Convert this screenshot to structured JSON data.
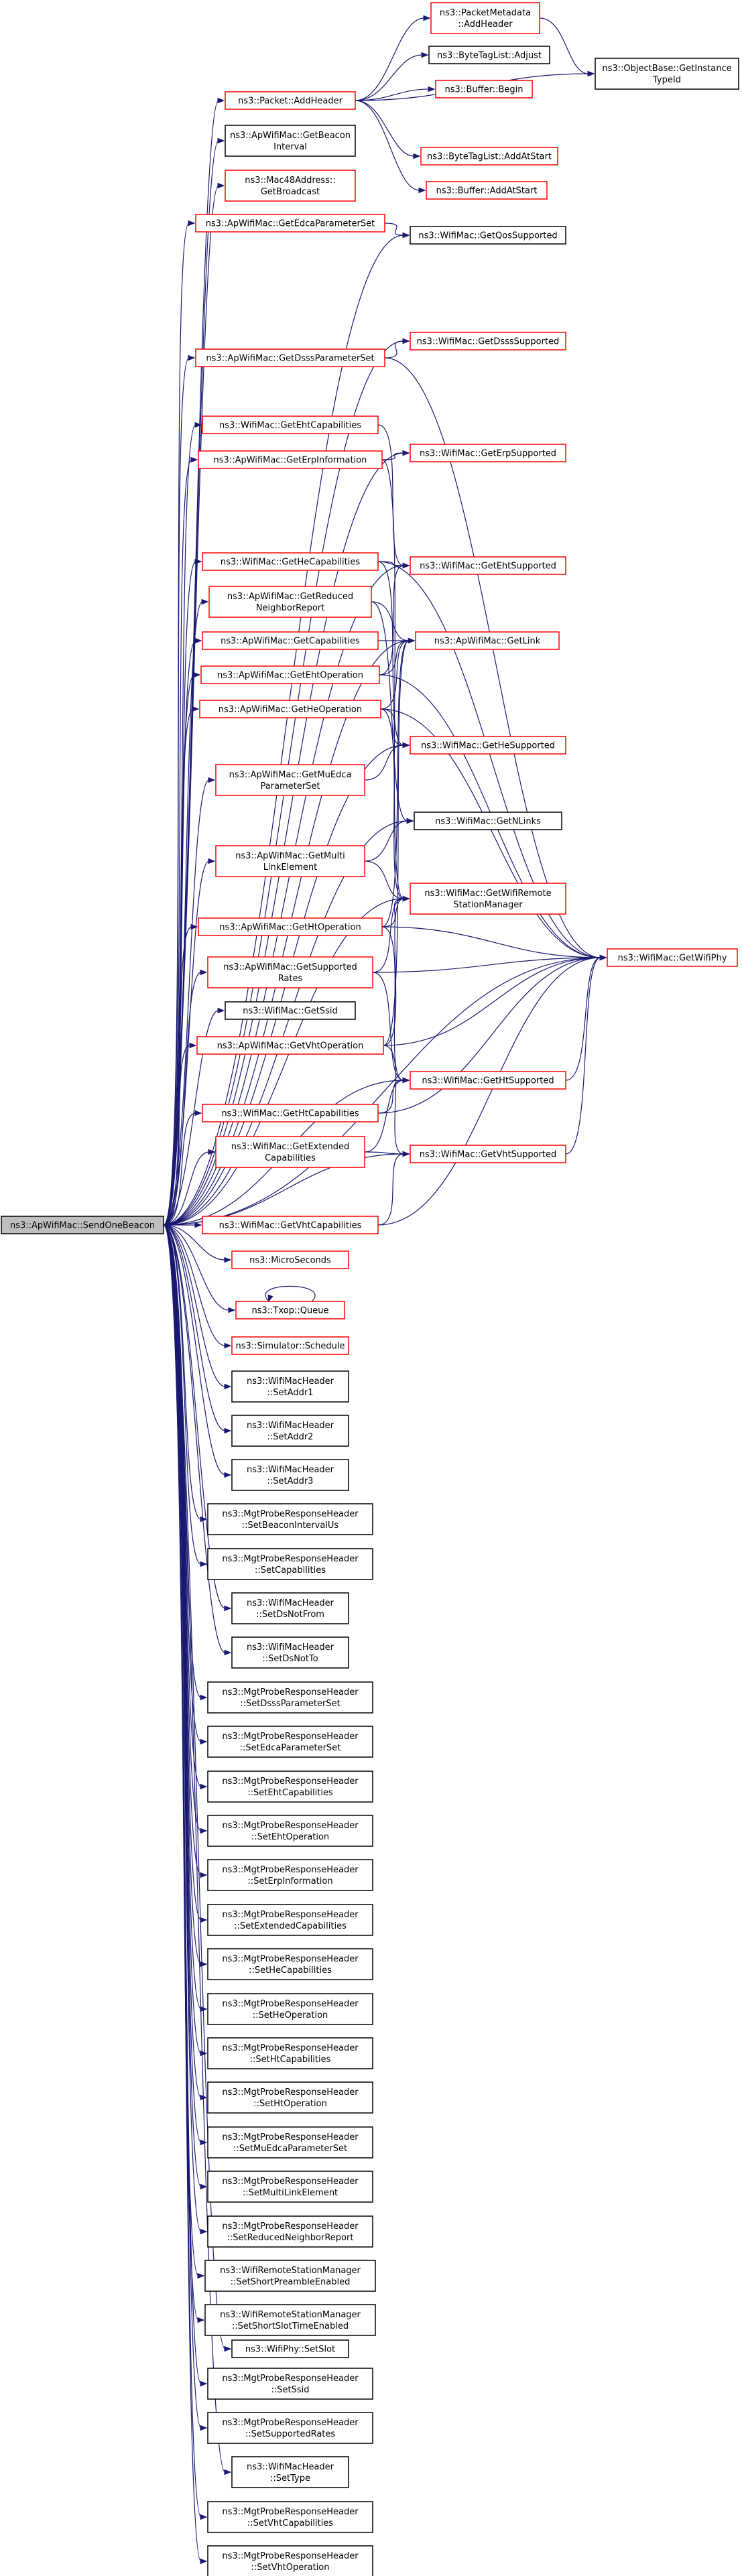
{
  "root": {
    "id": "root",
    "lines": [
      "ns3::ApWifiMac::SendOneBeacon"
    ],
    "style": "root"
  },
  "nodes": [
    {
      "id": "pm_addheader",
      "lines": [
        "ns3::PacketMetadata",
        "::AddHeader"
      ],
      "style": "red"
    },
    {
      "id": "bytetag_adjust",
      "lines": [
        "ns3::ByteTagList::Adjust"
      ],
      "style": "black"
    },
    {
      "id": "objbase_typeid",
      "lines": [
        "ns3::ObjectBase::GetInstance",
        "TypeId"
      ],
      "style": "black"
    },
    {
      "id": "buffer_begin",
      "lines": [
        "ns3::Buffer::Begin"
      ],
      "style": "red"
    },
    {
      "id": "packet_addheader",
      "lines": [
        "ns3::Packet::AddHeader"
      ],
      "style": "red"
    },
    {
      "id": "bytetag_addatstart",
      "lines": [
        "ns3::ByteTagList::AddAtStart"
      ],
      "style": "red"
    },
    {
      "id": "buffer_addatstart",
      "lines": [
        "ns3::Buffer::AddAtStart"
      ],
      "style": "red"
    },
    {
      "id": "getbeaconinterval",
      "lines": [
        "ns3::ApWifiMac::GetBeacon",
        "Interval"
      ],
      "style": "black"
    },
    {
      "id": "getbroadcast",
      "lines": [
        "ns3::Mac48Address::",
        "GetBroadcast"
      ],
      "style": "red"
    },
    {
      "id": "getedcaparamset",
      "lines": [
        "ns3::ApWifiMac::GetEdcaParameterSet"
      ],
      "style": "red"
    },
    {
      "id": "getqossupported",
      "lines": [
        "ns3::WifiMac::GetQosSupported"
      ],
      "style": "black"
    },
    {
      "id": "getdsssparamset",
      "lines": [
        "ns3::ApWifiMac::GetDsssParameterSet"
      ],
      "style": "red"
    },
    {
      "id": "getdssssupported",
      "lines": [
        "ns3::WifiMac::GetDsssSupported"
      ],
      "style": "red"
    },
    {
      "id": "getehtcap",
      "lines": [
        "ns3::WifiMac::GetEhtCapabilities"
      ],
      "style": "red"
    },
    {
      "id": "geterpinfo",
      "lines": [
        "ns3::ApWifiMac::GetErpInformation"
      ],
      "style": "red"
    },
    {
      "id": "geterpsupported",
      "lines": [
        "ns3::WifiMac::GetErpSupported"
      ],
      "style": "red"
    },
    {
      "id": "gethecap",
      "lines": [
        "ns3::WifiMac::GetHeCapabilities"
      ],
      "style": "red"
    },
    {
      "id": "getehtsupported",
      "lines": [
        "ns3::WifiMac::GetEhtSupported"
      ],
      "style": "red"
    },
    {
      "id": "getreducedneighbor",
      "lines": [
        "ns3::ApWifiMac::GetReduced",
        "NeighborReport"
      ],
      "style": "red"
    },
    {
      "id": "getcapabilities",
      "lines": [
        "ns3::ApWifiMac::GetCapabilities"
      ],
      "style": "red"
    },
    {
      "id": "getlink",
      "lines": [
        "ns3::ApWifiMac::GetLink"
      ],
      "style": "red"
    },
    {
      "id": "getehtoperation",
      "lines": [
        "ns3::ApWifiMac::GetEhtOperation"
      ],
      "style": "red"
    },
    {
      "id": "getheoperation",
      "lines": [
        "ns3::ApWifiMac::GetHeOperation"
      ],
      "style": "red"
    },
    {
      "id": "gethesupported",
      "lines": [
        "ns3::WifiMac::GetHeSupported"
      ],
      "style": "red"
    },
    {
      "id": "getmuedca",
      "lines": [
        "ns3::ApWifiMac::GetMuEdca",
        "ParameterSet"
      ],
      "style": "red"
    },
    {
      "id": "getnlinks",
      "lines": [
        "ns3::WifiMac::GetNLinks"
      ],
      "style": "black"
    },
    {
      "id": "getmultilink",
      "lines": [
        "ns3::ApWifiMac::GetMulti",
        "LinkElement"
      ],
      "style": "red"
    },
    {
      "id": "getwifiremote",
      "lines": [
        "ns3::WifiMac::GetWifiRemote",
        "StationManager"
      ],
      "style": "red"
    },
    {
      "id": "gethtoperation",
      "lines": [
        "ns3::ApWifiMac::GetHtOperation"
      ],
      "style": "red"
    },
    {
      "id": "getwifiphy",
      "lines": [
        "ns3::WifiMac::GetWifiPhy"
      ],
      "style": "red"
    },
    {
      "id": "getsupportedrates",
      "lines": [
        "ns3::ApWifiMac::GetSupported",
        "Rates"
      ],
      "style": "red"
    },
    {
      "id": "getssid",
      "lines": [
        "ns3::WifiMac::GetSsid"
      ],
      "style": "black"
    },
    {
      "id": "getvhtoperation",
      "lines": [
        "ns3::ApWifiMac::GetVhtOperation"
      ],
      "style": "red"
    },
    {
      "id": "gethtsupported",
      "lines": [
        "ns3::WifiMac::GetHtSupported"
      ],
      "style": "red"
    },
    {
      "id": "gethtcap",
      "lines": [
        "ns3::WifiMac::GetHtCapabilities"
      ],
      "style": "red"
    },
    {
      "id": "getextcap",
      "lines": [
        "ns3::WifiMac::GetExtended",
        "Capabilities"
      ],
      "style": "red"
    },
    {
      "id": "getvhtsupported",
      "lines": [
        "ns3::WifiMac::GetVhtSupported"
      ],
      "style": "red"
    },
    {
      "id": "getvhtcap",
      "lines": [
        "ns3::WifiMac::GetVhtCapabilities"
      ],
      "style": "red"
    },
    {
      "id": "microseconds",
      "lines": [
        "ns3::MicroSeconds"
      ],
      "style": "red"
    },
    {
      "id": "txopqueue",
      "lines": [
        "ns3::Txop::Queue"
      ],
      "style": "red"
    },
    {
      "id": "schedule",
      "lines": [
        "ns3::Simulator::Schedule"
      ],
      "style": "red"
    },
    {
      "id": "setaddr1",
      "lines": [
        "ns3::WifiMacHeader",
        "::SetAddr1"
      ],
      "style": "black"
    },
    {
      "id": "setaddr2",
      "lines": [
        "ns3::WifiMacHeader",
        "::SetAddr2"
      ],
      "style": "black"
    },
    {
      "id": "setaddr3",
      "lines": [
        "ns3::WifiMacHeader",
        "::SetAddr3"
      ],
      "style": "black"
    },
    {
      "id": "setbeaconintervalus",
      "lines": [
        "ns3::MgtProbeResponseHeader",
        "::SetBeaconIntervalUs"
      ],
      "style": "black"
    },
    {
      "id": "setcapabilities",
      "lines": [
        "ns3::MgtProbeResponseHeader",
        "::SetCapabilities"
      ],
      "style": "black"
    },
    {
      "id": "setdsnotfrom",
      "lines": [
        "ns3::WifiMacHeader",
        "::SetDsNotFrom"
      ],
      "style": "black"
    },
    {
      "id": "setdsnotto",
      "lines": [
        "ns3::WifiMacHeader",
        "::SetDsNotTo"
      ],
      "style": "black"
    },
    {
      "id": "setdsssparamset",
      "lines": [
        "ns3::MgtProbeResponseHeader",
        "::SetDsssParameterSet"
      ],
      "style": "black"
    },
    {
      "id": "setedcaparamset",
      "lines": [
        "ns3::MgtProbeResponseHeader",
        "::SetEdcaParameterSet"
      ],
      "style": "black"
    },
    {
      "id": "setehtcap",
      "lines": [
        "ns3::MgtProbeResponseHeader",
        "::SetEhtCapabilities"
      ],
      "style": "black"
    },
    {
      "id": "setehtoperation",
      "lines": [
        "ns3::MgtProbeResponseHeader",
        "::SetEhtOperation"
      ],
      "style": "black"
    },
    {
      "id": "seterpinfo",
      "lines": [
        "ns3::MgtProbeResponseHeader",
        "::SetErpInformation"
      ],
      "style": "black"
    },
    {
      "id": "setextcap",
      "lines": [
        "ns3::MgtProbeResponseHeader",
        "::SetExtendedCapabilities"
      ],
      "style": "black"
    },
    {
      "id": "sethecap",
      "lines": [
        "ns3::MgtProbeResponseHeader",
        "::SetHeCapabilities"
      ],
      "style": "black"
    },
    {
      "id": "setheoperation",
      "lines": [
        "ns3::MgtProbeResponseHeader",
        "::SetHeOperation"
      ],
      "style": "black"
    },
    {
      "id": "sethtcap",
      "lines": [
        "ns3::MgtProbeResponseHeader",
        "::SetHtCapabilities"
      ],
      "style": "black"
    },
    {
      "id": "sethtoperation",
      "lines": [
        "ns3::MgtProbeResponseHeader",
        "::SetHtOperation"
      ],
      "style": "black"
    },
    {
      "id": "setmuedca",
      "lines": [
        "ns3::MgtProbeResponseHeader",
        "::SetMuEdcaParameterSet"
      ],
      "style": "black"
    },
    {
      "id": "setmultilink",
      "lines": [
        "ns3::MgtProbeResponseHeader",
        "::SetMultiLinkElement"
      ],
      "style": "black"
    },
    {
      "id": "setreducedneighbor",
      "lines": [
        "ns3::MgtProbeResponseHeader",
        "::SetReducedNeighborReport"
      ],
      "style": "black"
    },
    {
      "id": "setshortpreamble",
      "lines": [
        "ns3::WifiRemoteStationManager",
        "::SetShortPreambleEnabled"
      ],
      "style": "black"
    },
    {
      "id": "setshortslot",
      "lines": [
        "ns3::WifiRemoteStationManager",
        "::SetShortSlotTimeEnabled"
      ],
      "style": "black"
    },
    {
      "id": "setslot",
      "lines": [
        "ns3::WifiPhy::SetSlot"
      ],
      "style": "black"
    },
    {
      "id": "setssid",
      "lines": [
        "ns3::MgtProbeResponseHeader",
        "::SetSsid"
      ],
      "style": "black"
    },
    {
      "id": "setsupportedrates",
      "lines": [
        "ns3::MgtProbeResponseHeader",
        "::SetSupportedRates"
      ],
      "style": "black"
    },
    {
      "id": "settype",
      "lines": [
        "ns3::WifiMacHeader",
        "::SetType"
      ],
      "style": "black"
    },
    {
      "id": "setvhtcap",
      "lines": [
        "ns3::MgtProbeResponseHeader",
        "::SetVhtCapabilities"
      ],
      "style": "black"
    },
    {
      "id": "setvhtoperation",
      "lines": [
        "ns3::MgtProbeResponseHeader",
        "::SetVhtOperation"
      ],
      "style": "black"
    }
  ],
  "edges": [
    [
      "root",
      "packet_addheader"
    ],
    [
      "root",
      "getbeaconinterval"
    ],
    [
      "root",
      "getbroadcast"
    ],
    [
      "root",
      "getedcaparamset"
    ],
    [
      "root",
      "getqossupported"
    ],
    [
      "root",
      "getdssssupported"
    ],
    [
      "root",
      "getdsssparamset"
    ],
    [
      "root",
      "getehtcap"
    ],
    [
      "root",
      "geterpinfo"
    ],
    [
      "root",
      "gethecap"
    ],
    [
      "root",
      "getreducedneighbor"
    ],
    [
      "root",
      "getcapabilities"
    ],
    [
      "root",
      "getehtoperation"
    ],
    [
      "root",
      "getheoperation"
    ],
    [
      "root",
      "getmuedca"
    ],
    [
      "root",
      "getmultilink"
    ],
    [
      "root",
      "gethtoperation"
    ],
    [
      "root",
      "getsupportedrates"
    ],
    [
      "root",
      "getssid"
    ],
    [
      "root",
      "getvhtoperation"
    ],
    [
      "root",
      "gethtcap"
    ],
    [
      "root",
      "getextcap"
    ],
    [
      "root",
      "getvhtcap"
    ],
    [
      "root",
      "getwifiphy"
    ],
    [
      "root",
      "getehtsupported"
    ],
    [
      "root",
      "gethesupported"
    ],
    [
      "root",
      "getlink"
    ],
    [
      "root",
      "getnlinks"
    ],
    [
      "root",
      "getwifiremote"
    ],
    [
      "root",
      "geterpsupported"
    ],
    [
      "root",
      "gethtsupported"
    ],
    [
      "root",
      "getvhtsupported"
    ],
    [
      "root",
      "microseconds"
    ],
    [
      "root",
      "txopqueue"
    ],
    [
      "root",
      "schedule"
    ],
    [
      "root",
      "setaddr1"
    ],
    [
      "root",
      "setaddr2"
    ],
    [
      "root",
      "setaddr3"
    ],
    [
      "root",
      "setbeaconintervalus"
    ],
    [
      "root",
      "setcapabilities"
    ],
    [
      "root",
      "setdsnotfrom"
    ],
    [
      "root",
      "setdsnotto"
    ],
    [
      "root",
      "setdsssparamset"
    ],
    [
      "root",
      "setedcaparamset"
    ],
    [
      "root",
      "setehtcap"
    ],
    [
      "root",
      "setehtoperation"
    ],
    [
      "root",
      "seterpinfo"
    ],
    [
      "root",
      "setextcap"
    ],
    [
      "root",
      "sethecap"
    ],
    [
      "root",
      "setheoperation"
    ],
    [
      "root",
      "sethtcap"
    ],
    [
      "root",
      "sethtoperation"
    ],
    [
      "root",
      "setmuedca"
    ],
    [
      "root",
      "setmultilink"
    ],
    [
      "root",
      "setreducedneighbor"
    ],
    [
      "root",
      "setshortpreamble"
    ],
    [
      "root",
      "setshortslot"
    ],
    [
      "root",
      "setslot"
    ],
    [
      "root",
      "setssid"
    ],
    [
      "root",
      "setsupportedrates"
    ],
    [
      "root",
      "settype"
    ],
    [
      "root",
      "setvhtcap"
    ],
    [
      "root",
      "setvhtoperation"
    ],
    [
      "packet_addheader",
      "pm_addheader"
    ],
    [
      "packet_addheader",
      "bytetag_adjust"
    ],
    [
      "packet_addheader",
      "buffer_begin"
    ],
    [
      "packet_addheader",
      "objbase_typeid"
    ],
    [
      "packet_addheader",
      "bytetag_addatstart"
    ],
    [
      "packet_addheader",
      "buffer_addatstart"
    ],
    [
      "pm_addheader",
      "objbase_typeid"
    ],
    [
      "getedcaparamset",
      "getqossupported"
    ],
    [
      "getdsssparamset",
      "getdssssupported"
    ],
    [
      "getdsssparamset",
      "getwifiphy"
    ],
    [
      "getehtcap",
      "getehtsupported"
    ],
    [
      "geterpinfo",
      "geterpsupported"
    ],
    [
      "geterpinfo",
      "getwifiremote"
    ],
    [
      "gethecap",
      "getehtsupported"
    ],
    [
      "gethecap",
      "gethesupported"
    ],
    [
      "gethecap",
      "getwifiphy"
    ],
    [
      "getreducedneighbor",
      "getlink"
    ],
    [
      "getreducedneighbor",
      "getnlinks"
    ],
    [
      "getcapabilities",
      "getlink"
    ],
    [
      "getehtoperation",
      "getehtsupported"
    ],
    [
      "getehtoperation",
      "getlink"
    ],
    [
      "getehtoperation",
      "getwifiphy"
    ],
    [
      "getheoperation",
      "getlink"
    ],
    [
      "getheoperation",
      "gethesupported"
    ],
    [
      "getheoperation",
      "getwifiremote"
    ],
    [
      "getheoperation",
      "getwifiphy"
    ],
    [
      "getmuedca",
      "gethesupported"
    ],
    [
      "getmultilink",
      "getnlinks"
    ],
    [
      "getmultilink",
      "getwifiremote"
    ],
    [
      "gethtoperation",
      "getlink"
    ],
    [
      "gethtoperation",
      "gethtsupported"
    ],
    [
      "gethtoperation",
      "getwifiremote"
    ],
    [
      "gethtoperation",
      "getwifiphy"
    ],
    [
      "getsupportedrates",
      "gethtsupported"
    ],
    [
      "getsupportedrates",
      "getwifiremote"
    ],
    [
      "getsupportedrates",
      "getwifiphy"
    ],
    [
      "getvhtoperation",
      "getlink"
    ],
    [
      "getvhtoperation",
      "getvhtsupported"
    ],
    [
      "getvhtoperation",
      "getwifiremote"
    ],
    [
      "getvhtoperation",
      "getwifiphy"
    ],
    [
      "gethtcap",
      "gethtsupported"
    ],
    [
      "gethtcap",
      "getwifiphy"
    ],
    [
      "getextcap",
      "gethtsupported"
    ],
    [
      "getextcap",
      "getvhtsupported"
    ],
    [
      "getvhtcap",
      "getvhtsupported"
    ],
    [
      "getvhtcap",
      "getwifiphy"
    ],
    [
      "gethtsupported",
      "getwifiphy"
    ],
    [
      "getvhtsupported",
      "getwifiphy"
    ],
    [
      "txopqueue",
      "txopqueue"
    ]
  ]
}
